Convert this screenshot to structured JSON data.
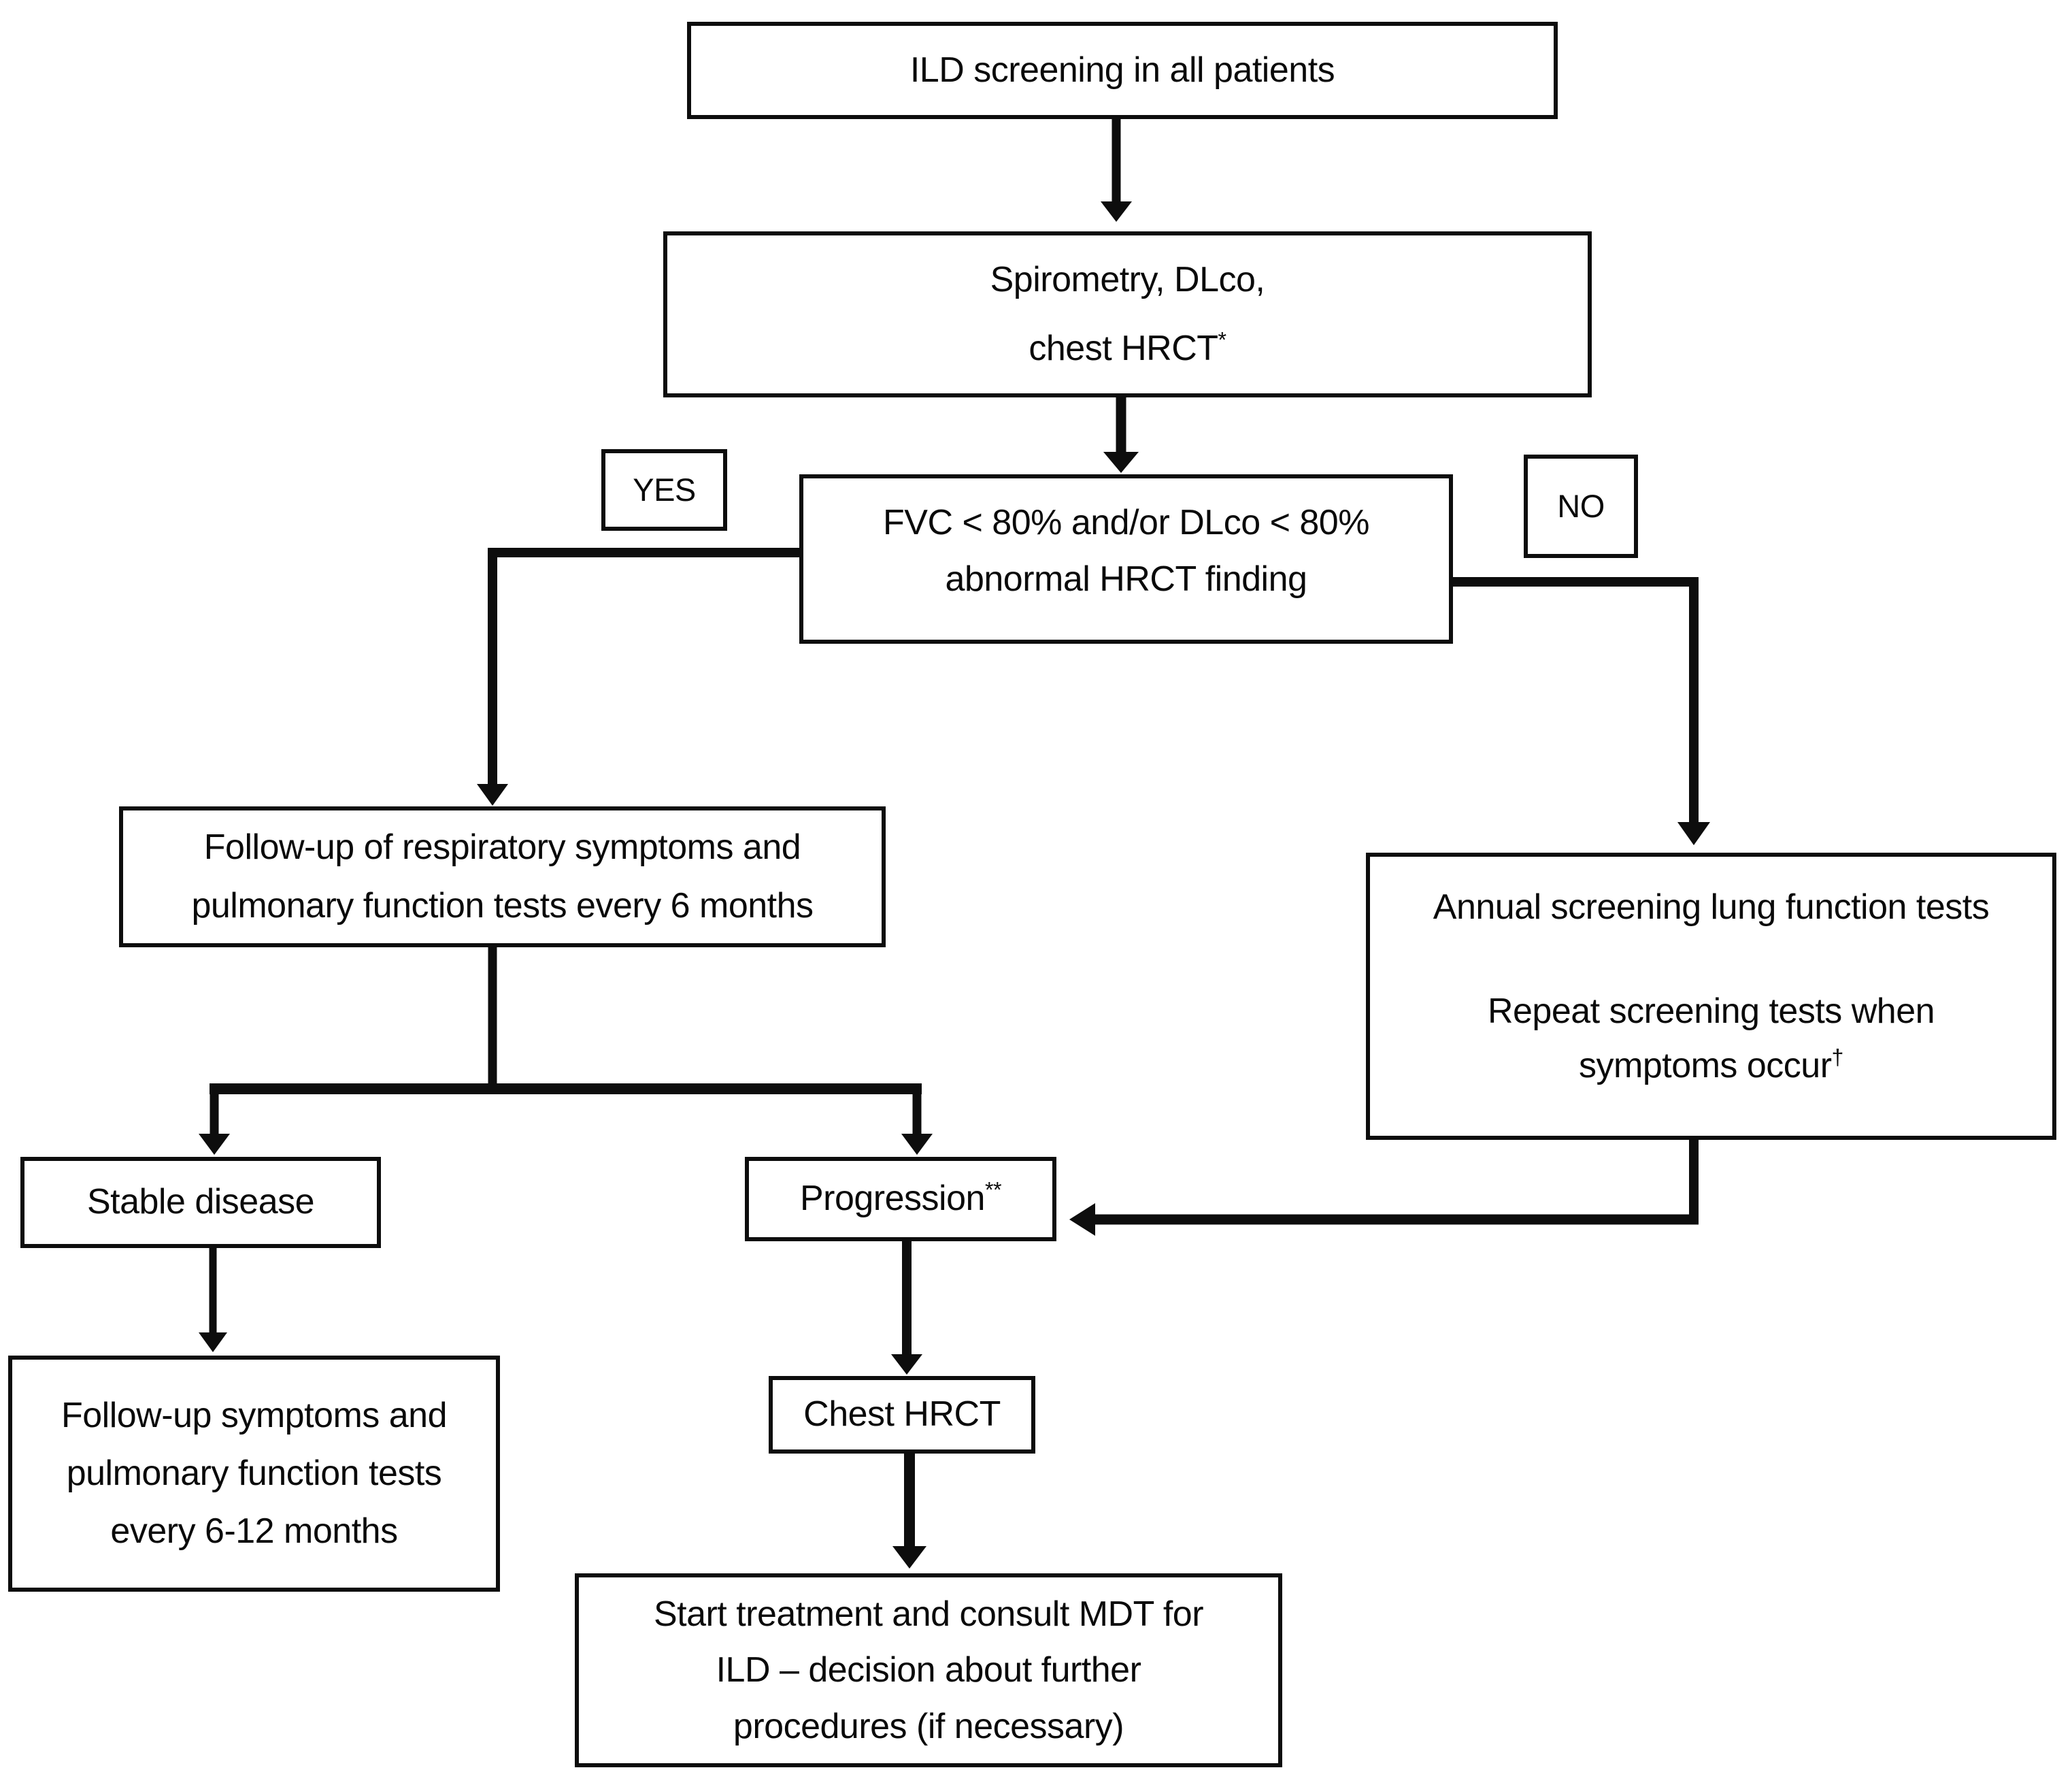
{
  "diagram": {
    "title": "ILD screening flowchart",
    "colors": {
      "ink": "#0d0d0d",
      "background": "#ffffff"
    },
    "nodes": {
      "screening": {
        "label": "ILD screening in all patients"
      },
      "tests": {
        "line1": "Spirometry, DLco,",
        "line2": "chest HRCT",
        "sup": "*"
      },
      "decision": {
        "line1": "FVC < 80% and/or DLco < 80%",
        "line2": "abnormal HRCT finding"
      },
      "yes_label": "YES",
      "no_label": "NO",
      "followup6": {
        "line1": "Follow-up of respiratory symptoms and",
        "line2": "pulmonary function tests every 6 months"
      },
      "annual": {
        "line1": "Annual screening lung function tests",
        "line2": "Repeat screening tests when",
        "line3": "symptoms occur",
        "sup": "†"
      },
      "stable": {
        "label": "Stable disease"
      },
      "progression": {
        "label": "Progression",
        "sup": "**"
      },
      "followup612": {
        "line1": "Follow-up symptoms and",
        "line2": "pulmonary function tests",
        "line3": "every 6-12 months"
      },
      "chest_hrct": {
        "label": "Chest HRCT"
      },
      "start": {
        "line1": "Start treatment and consult MDT for",
        "line2": "ILD – decision about further",
        "line3": "procedures (if necessary)"
      }
    }
  }
}
